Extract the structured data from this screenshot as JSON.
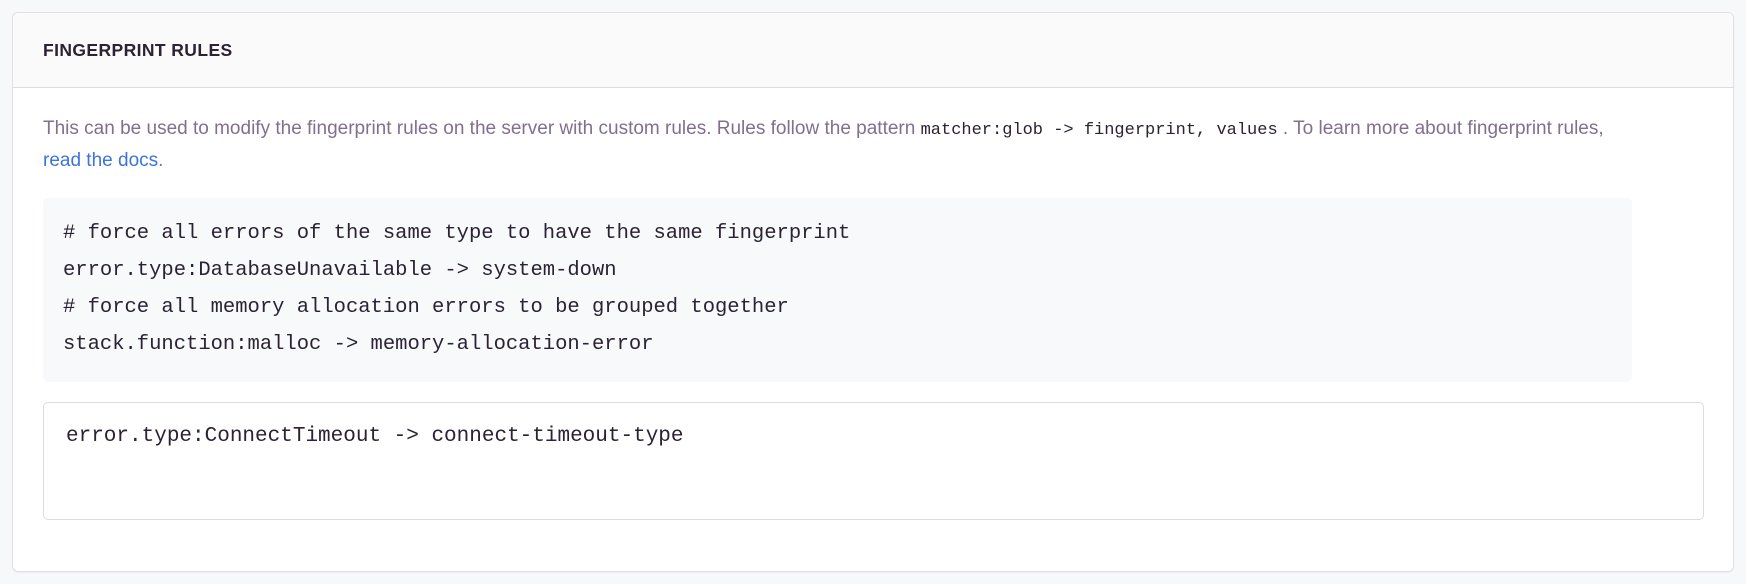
{
  "panel": {
    "title": "FINGERPRINT RULES",
    "description": {
      "part1": "This can be used to modify the fingerprint rules on the server with custom rules. Rules follow the pattern ",
      "pattern_code": "matcher:glob -> fingerprint, values",
      "part2": " . To learn more about fingerprint rules, ",
      "link_text": "read the docs",
      "part3": "."
    },
    "code_sample": "# force all errors of the same type to have the same fingerprint\nerror.type:DatabaseUnavailable -> system-down\n# force all memory allocation errors to be grouped together\nstack.function:malloc -> memory-allocation-error",
    "rules_input": {
      "value": "error.type:ConnectTimeout -> connect-timeout-type",
      "placeholder": ""
    }
  },
  "colors": {
    "link": "#3c74dd",
    "text_muted": "#80708f",
    "text_strong": "#2b2233",
    "panel_border": "#e0e0e6",
    "header_bg": "#fafafb",
    "code_bg": "#f8f9fb",
    "page_bg": "#f7f8f9"
  }
}
